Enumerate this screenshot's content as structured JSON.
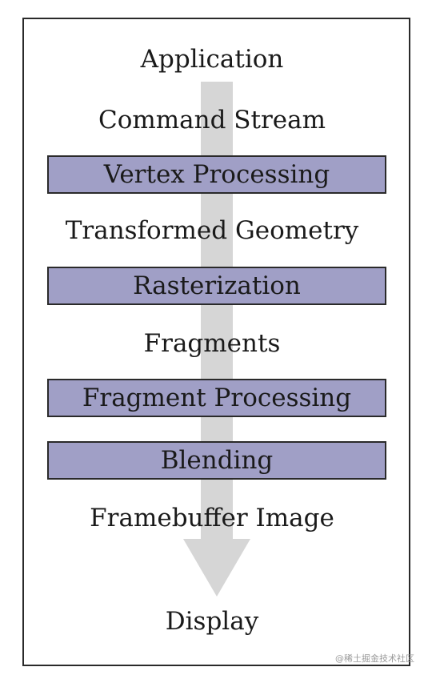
{
  "diagram": {
    "items": [
      {
        "kind": "data",
        "text": "Application"
      },
      {
        "kind": "data",
        "text": "Command Stream"
      },
      {
        "kind": "stage",
        "text": "Vertex Processing"
      },
      {
        "kind": "data",
        "text": "Transformed Geometry"
      },
      {
        "kind": "stage",
        "text": "Rasterization"
      },
      {
        "kind": "data",
        "text": "Fragments"
      },
      {
        "kind": "stage",
        "text": "Fragment Processing"
      },
      {
        "kind": "stage",
        "text": "Blending"
      },
      {
        "kind": "data",
        "text": "Framebuffer Image"
      },
      {
        "kind": "data",
        "text": "Display"
      }
    ]
  },
  "watermark": "@稀土掘金技术社区",
  "colors": {
    "stage_fill": "#a09fc6",
    "arrow": "#d6d6d6",
    "border": "#2a2a2a",
    "text": "#1a1a1a"
  }
}
